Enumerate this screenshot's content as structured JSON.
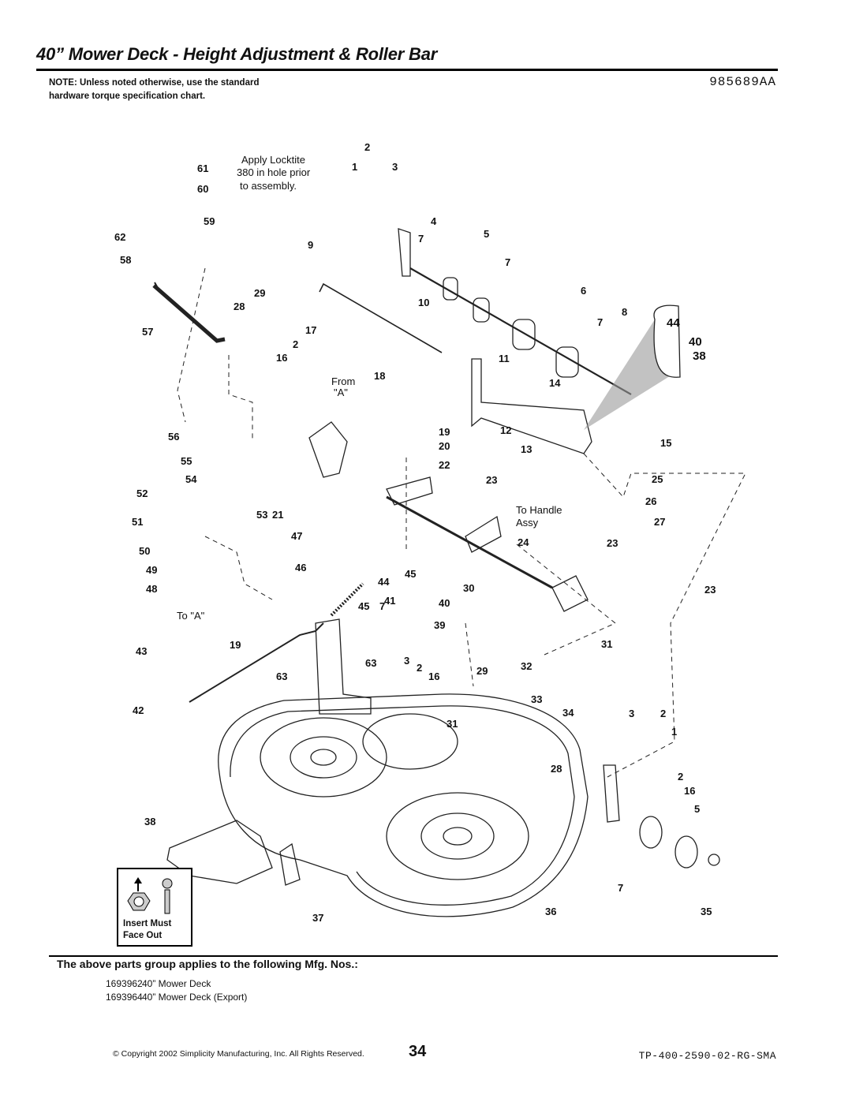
{
  "header": {
    "title": "40” Mower Deck - Height Adjustment & Roller Bar",
    "part_number": "985689AA",
    "note": "NOTE: Unless noted otherwise, use the standard hardware torque specification chart."
  },
  "diagram": {
    "annotations": {
      "locktite": [
        "Apply Locktite",
        "380 in hole prior",
        "to assembly."
      ],
      "from_a": [
        "From",
        "\"A\""
      ],
      "to_a": "To \"A\"",
      "to_handle": [
        "To Handle",
        "Assy"
      ]
    },
    "callouts": [
      "61",
      "60",
      "59",
      "62",
      "58",
      "57",
      "29",
      "28",
      "9",
      "2",
      "1",
      "3",
      "4",
      "5",
      "7",
      "10",
      "6",
      "8",
      "44",
      "40",
      "38",
      "17",
      "16",
      "18",
      "11",
      "14",
      "12",
      "13",
      "15",
      "56",
      "55",
      "54",
      "52",
      "51",
      "50",
      "49",
      "48",
      "53",
      "21",
      "47",
      "46",
      "19",
      "20",
      "22",
      "23",
      "25",
      "26",
      "27",
      "24",
      "45",
      "41",
      "30",
      "39",
      "43",
      "42",
      "63",
      "32",
      "33",
      "34",
      "31",
      "35",
      "36",
      "37",
      "38",
      "3",
      "2",
      "1",
      "16",
      "5",
      "7"
    ]
  },
  "insert_box": {
    "label_line1": "Insert Must",
    "label_line2": "Face Out"
  },
  "applies": {
    "heading": "The above parts group applies to the following Mfg. Nos.:",
    "items": [
      {
        "num": "1693962",
        "desc": "40” Mower Deck"
      },
      {
        "num": "1693964",
        "desc": "40” Mower Deck (Export)"
      }
    ]
  },
  "footer": {
    "copyright": "© Copyright 2002 Simplicity Manufacturing, Inc. All Rights Reserved.",
    "page_number": "34",
    "doc_number": "TP-400-2590-02-RG-SMA"
  }
}
